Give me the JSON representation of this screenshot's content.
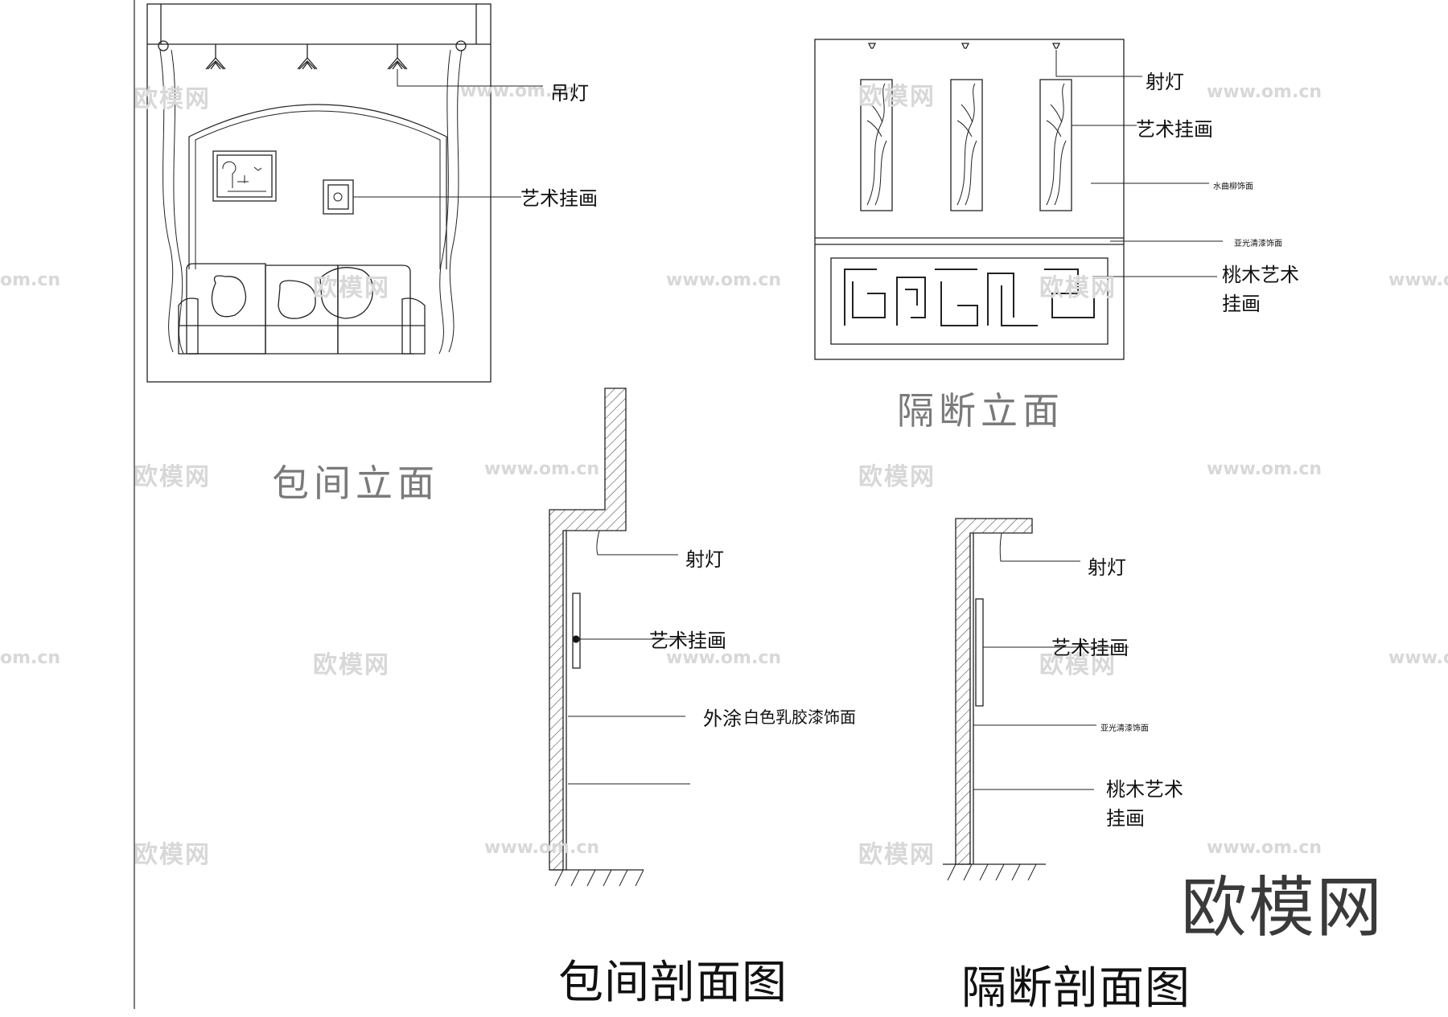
{
  "watermark": {
    "cn": "欧模网",
    "url": "www.om.cn",
    "url_cut": "om.cn",
    "url_cut2": "www.om"
  },
  "brand": "欧模网",
  "titles": {
    "room_elevation": "包间立面",
    "partition_elevation": "隔断立面",
    "room_section": "包间剖面图",
    "partition_section": "隔断剖面图"
  },
  "room_elevation_labels": {
    "pendant_lamp": "吊灯",
    "art_painting": "艺术挂画"
  },
  "partition_elevation_labels": {
    "spotlight": "射灯",
    "art_painting": "艺术挂画",
    "water_willow_finish": "水曲柳饰面",
    "matte_varnish_finish": "亚光清漆饰面",
    "peach_wood_art_line1": "桃木艺术",
    "peach_wood_art_line2": "挂画"
  },
  "room_section_labels": {
    "spotlight": "射灯",
    "art_painting": "艺术挂画",
    "coat_prefix": "外涂",
    "coat_text": "白色乳胶漆饰面"
  },
  "partition_section_labels": {
    "spotlight": "射灯",
    "art_painting": "艺术挂画",
    "matte_varnish_finish": "亚光清漆饰面",
    "peach_wood_art_line1": "桃木艺术",
    "peach_wood_art_line2": "挂画"
  }
}
